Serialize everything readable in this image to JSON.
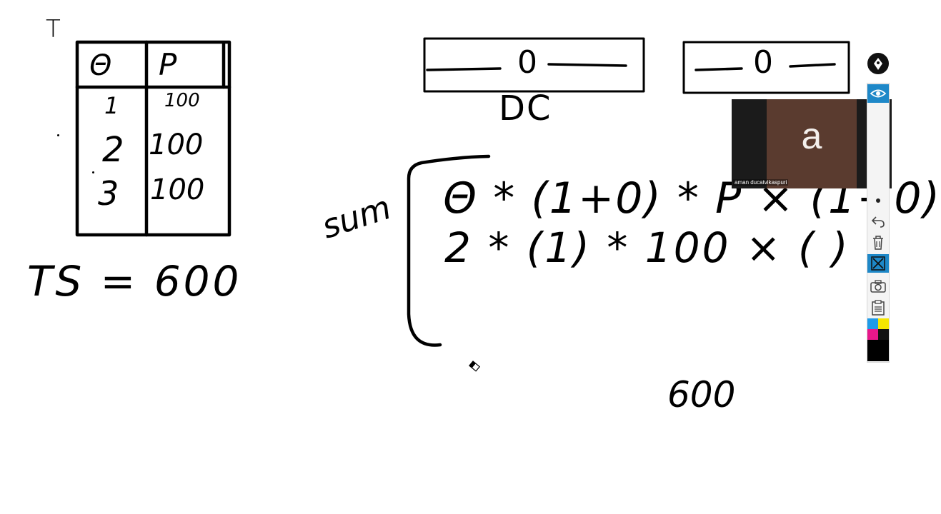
{
  "whiteboard": {
    "table_label": "T",
    "table_headers": [
      "Θ",
      "P"
    ],
    "table_rows": [
      {
        "q": "1",
        "p": "100"
      },
      {
        "q": "2",
        "p": "100"
      },
      {
        "q": "3",
        "p": "100"
      }
    ],
    "ts_text": "TS = 600",
    "box1_text": "0",
    "box2_text": "0",
    "dc_label": "DC",
    "sum_label": "sum",
    "formula_line1": "Θ * (1+0) * P × (1+0)",
    "formula_line2": "2 * (1) * 100 × (   )",
    "result_text": "600"
  },
  "video_tile": {
    "avatar_letter": "a",
    "participant_name": "aman ducatvikaspuri",
    "tile_color": "#5a3b2f"
  },
  "toolbar": {
    "tools": [
      {
        "icon": "pen-icon"
      },
      {
        "icon": "eye-icon",
        "active": true
      },
      {
        "icon": "dot-icon"
      },
      {
        "icon": "undo-icon"
      },
      {
        "icon": "trash-icon"
      },
      {
        "icon": "close-board-icon",
        "active": true
      },
      {
        "icon": "camera-icon"
      },
      {
        "icon": "clipboard-icon"
      }
    ],
    "swatches": [
      "#1e9be9",
      "#f5e600",
      "#e8178a",
      "#111111",
      "#000000"
    ],
    "accent": "#1e88c8"
  }
}
